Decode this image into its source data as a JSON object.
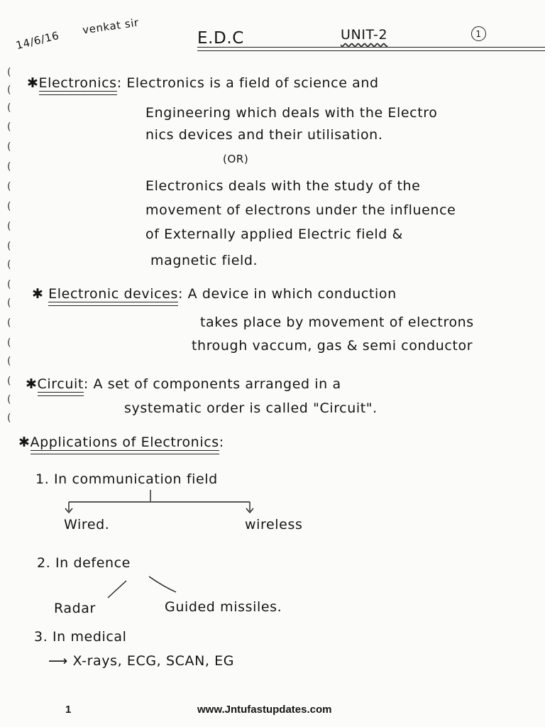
{
  "header": {
    "date": "14/6/16",
    "teacher": "venkat sir",
    "title": "E.D.C",
    "unit": "UNIT-2",
    "page_circle": "1"
  },
  "electronics": {
    "term": "Electronics",
    "def1": [
      ": Electronics is a field of science and",
      "Engineering which deals with the Electro",
      "nics devices and their utilisation."
    ],
    "or": "(OR)",
    "def2": [
      "Electronics deals with the study of the",
      "movement of electrons under the influence",
      "of Externally applied Electric field &",
      "magnetic field."
    ]
  },
  "devices": {
    "term": "Electronic devices",
    "def": [
      ": A device in which conduction",
      "takes place by movement of electrons",
      "through vaccum, gas & semi conductor"
    ]
  },
  "circuit": {
    "term": "Circuit",
    "def": [
      ": A set of components arranged in a",
      "systematic order is called \"Circuit\"."
    ]
  },
  "applications": {
    "heading": "Applications of Electronics",
    "colon": ":",
    "items": [
      {
        "label": "1. In communication field",
        "branches": [
          "Wired.",
          "wireless"
        ]
      },
      {
        "label": "2. In defence",
        "branches": [
          "Radar",
          "Guided missiles."
        ]
      },
      {
        "label": "3. In medical",
        "detail": "X-rays, ECG, SCAN, EG"
      }
    ]
  },
  "footer": {
    "page_number": "1",
    "website": "www.Jntufastupdates.com"
  }
}
